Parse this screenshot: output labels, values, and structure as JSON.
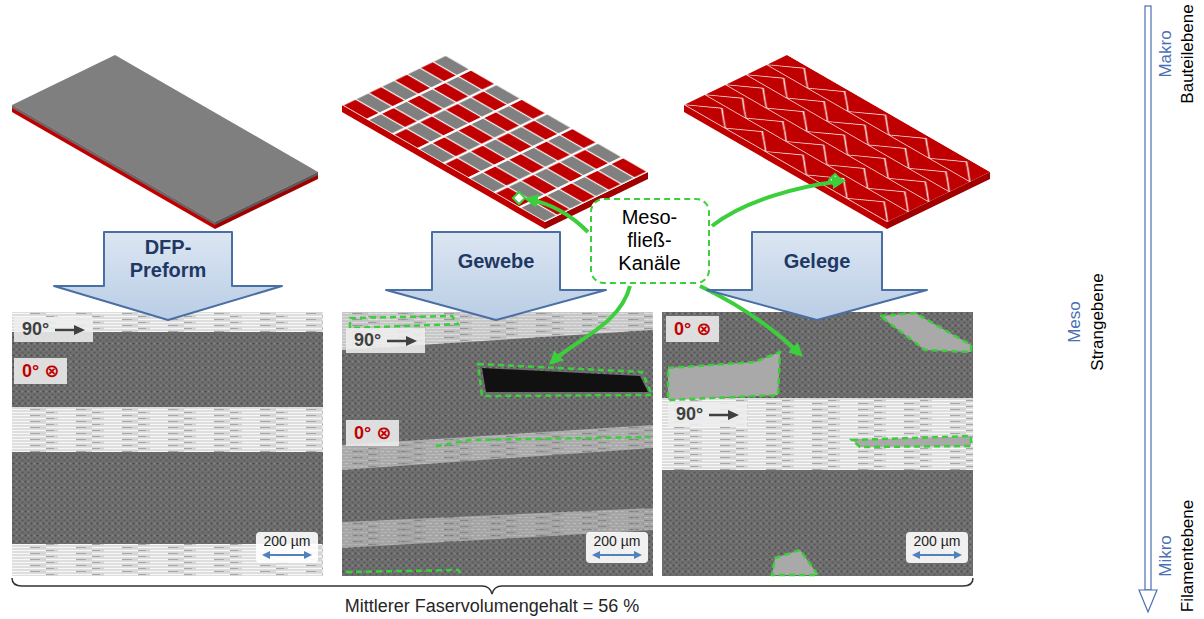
{
  "diagram": {
    "nodes": [
      {
        "text": [
          "DFP-Preform"
        ]
      },
      {
        "text": [
          "Gewebe"
        ]
      },
      {
        "text": [
          "Meso-fließ-Kanäle"
        ]
      },
      {
        "text": [
          "Gelege"
        ]
      }
    ],
    "labels": [
      "90°",
      "0° ⊗",
      "90°",
      "0° ⊗",
      "0° ⊗",
      "90°",
      "200 µm",
      "200 µm",
      "200 µm",
      "Mittlerer Faservolumengehalt = 56 %",
      "Makro",
      "Bauteilebene",
      "Meso",
      "Strangebene",
      "Mikro",
      "Filamentebene"
    ]
  }
}
